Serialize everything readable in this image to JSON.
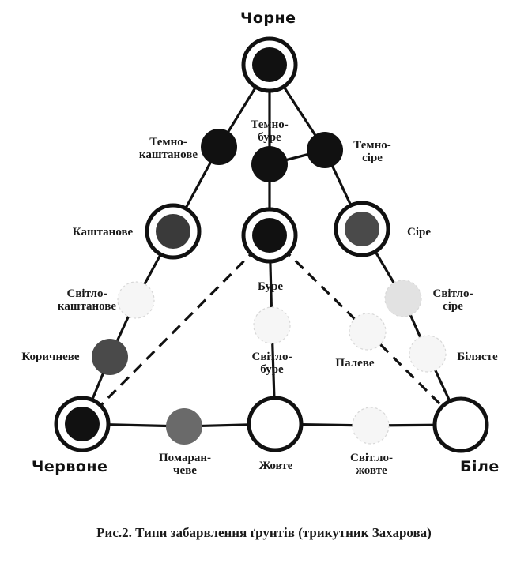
{
  "figure": {
    "caption": "Рис.2. Типи забарвлення ґрунтів (трикутник Захарова)",
    "corners": {
      "top": "Чорне",
      "bottom_left": "Червоне",
      "bottom_right": "Біле"
    }
  },
  "colors": {
    "black": "#111111",
    "dark_grey": "#3a3a3a",
    "medium_grey": "#4a4a4a",
    "orange_grey": "#6a6a6a",
    "light_grey": "#e2e2e2",
    "very_light": "#f6f6f6",
    "line": "#111111"
  },
  "nodes": [
    {
      "id": "chorne",
      "label": "",
      "type": "ring",
      "fill": "black"
    },
    {
      "id": "temno-kashtanove",
      "label": "Темно-\nкаштанове",
      "type": "disc",
      "fill": "black"
    },
    {
      "id": "temno-bure",
      "label": "Темно-\nбуре",
      "type": "disc",
      "fill": "black"
    },
    {
      "id": "temno-sire",
      "label": "Темно-\nсіре",
      "type": "disc",
      "fill": "black"
    },
    {
      "id": "kashtanove",
      "label": "Каштанове",
      "type": "ring",
      "fill": "dark_grey"
    },
    {
      "id": "bure",
      "label": "Буре",
      "type": "ring",
      "fill": "black"
    },
    {
      "id": "sire",
      "label": "Сіре",
      "type": "ring",
      "fill": "medium_grey"
    },
    {
      "id": "svitlo-kashtanove",
      "label": "Світло-\nкаштанове",
      "type": "disc",
      "fill": "very_light"
    },
    {
      "id": "svitlo-bure",
      "label": "Світло-\nбуре",
      "type": "disc",
      "fill": "very_light"
    },
    {
      "id": "svitlo-sire",
      "label": "Світло-\nсіре",
      "type": "disc",
      "fill": "light_grey"
    },
    {
      "id": "paleve",
      "label": "Палеве",
      "type": "disc",
      "fill": "very_light"
    },
    {
      "id": "bilyaste",
      "label": "Білясте",
      "type": "disc",
      "fill": "very_light"
    },
    {
      "id": "korychneve",
      "label": "Коричневе",
      "type": "disc",
      "fill": "medium_grey"
    },
    {
      "id": "chervone",
      "label": "",
      "type": "ring",
      "fill": "black"
    },
    {
      "id": "pomaranchev",
      "label": "Помаран-\nчеве",
      "type": "disc",
      "fill": "orange_grey"
    },
    {
      "id": "zhovte",
      "label": "Жовте",
      "type": "ring",
      "fill": "none"
    },
    {
      "id": "svitlo-zhovte",
      "label": "Світ.ло-\nжовте",
      "type": "disc",
      "fill": "very_light"
    },
    {
      "id": "bile",
      "label": "",
      "type": "ring",
      "fill": "none"
    }
  ],
  "edges": [
    {
      "from": "chorne",
      "to": "temno-kashtanove",
      "style": "solid"
    },
    {
      "from": "temno-kashtanove",
      "to": "kashtanove",
      "style": "solid"
    },
    {
      "from": "kashtanove",
      "to": "svitlo-kashtanove",
      "style": "solid"
    },
    {
      "from": "svitlo-kashtanove",
      "to": "korychneve",
      "style": "solid"
    },
    {
      "from": "korychneve",
      "to": "chervone",
      "style": "solid"
    },
    {
      "from": "chorne",
      "to": "temno-bure",
      "style": "solid"
    },
    {
      "from": "temno-bure",
      "to": "bure",
      "style": "solid"
    },
    {
      "from": "bure",
      "to": "svitlo-bure",
      "style": "solid"
    },
    {
      "from": "svitlo-bure",
      "to": "zhovte",
      "style": "solid"
    },
    {
      "from": "chorne",
      "to": "temno-sire",
      "style": "solid"
    },
    {
      "from": "temno-bure",
      "to": "temno-sire",
      "style": "solid"
    },
    {
      "from": "temno-sire",
      "to": "sire",
      "style": "solid"
    },
    {
      "from": "sire",
      "to": "svitlo-sire",
      "style": "solid"
    },
    {
      "from": "svitlo-sire",
      "to": "bilyaste",
      "style": "solid"
    },
    {
      "from": "bilyaste",
      "to": "bile",
      "style": "solid"
    },
    {
      "from": "chervone",
      "to": "pomaranchev",
      "style": "solid"
    },
    {
      "from": "pomaranchev",
      "to": "zhovte",
      "style": "solid"
    },
    {
      "from": "zhovte",
      "to": "svitlo-zhovte",
      "style": "solid"
    },
    {
      "from": "svitlo-zhovte",
      "to": "bile",
      "style": "solid"
    },
    {
      "from": "bure",
      "to": "chervone",
      "style": "dashed"
    },
    {
      "from": "bure",
      "to": "paleve",
      "style": "dashed"
    },
    {
      "from": "paleve",
      "to": "bile",
      "style": "dashed"
    }
  ]
}
